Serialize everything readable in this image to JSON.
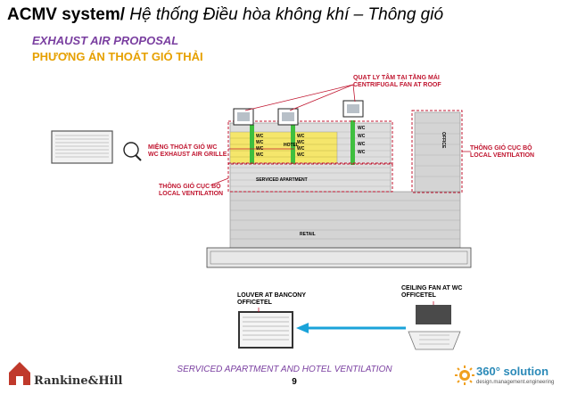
{
  "header": {
    "title_bold": "ACMV system/",
    "title_italic": " Hệ thống Điều hòa không khí – Thông gió",
    "subtitle_en": "EXHAUST AIR PROPOSAL",
    "subtitle_vi": "PHƯƠNG ÁN THOÁT GIÓ THẢI"
  },
  "diagram": {
    "centrifugal_fan_vi": "QUẠT LY TÂM TẠI TẦNG MÁI",
    "centrifugal_fan_en": "CENTRIFUGAL FAN AT ROOF",
    "wc_grille_vi": "MIỆNG THOÁT GIÓ WC",
    "wc_grille_en": "WC EXHAUST AIR GRILLE",
    "local_vent_left_vi": "THÔNG GIÓ CỤC BỘ",
    "local_vent_left_en": "LOCAL VENTILATION",
    "local_vent_right_vi": "THÔNG GIÓ CỤC BỘ",
    "local_vent_right_en": "LOCAL VENTILATION",
    "hotel_label": "HOTEL",
    "serviced_apartment_label": "SERVICED APARTMENT",
    "retail_label": "RETAIL",
    "office_label": "OFFICE",
    "wc_label": "WC",
    "louver_line1": "LOUVER AT BANCONY",
    "louver_line2": "OFFICETEL",
    "ceiling_fan_line1": "CEILING FAN AT WC",
    "ceiling_fan_line2": "OFFICETEL"
  },
  "footer": {
    "caption": "SERVICED APARTMENT AND HOTEL VENTILATION",
    "page_number": "9",
    "logo_left_text": "Rankine&Hill",
    "logo_right_text": "360° solution",
    "logo_right_sub": "design.management.engineering"
  },
  "colors": {
    "accent_red": "#c0152f",
    "purple": "#7a3fa0",
    "orange": "#e6a000",
    "hotel_yellow": "#f5e66b",
    "wc_green": "#3fbf3f",
    "duct_blue": "#1aa3d9"
  }
}
